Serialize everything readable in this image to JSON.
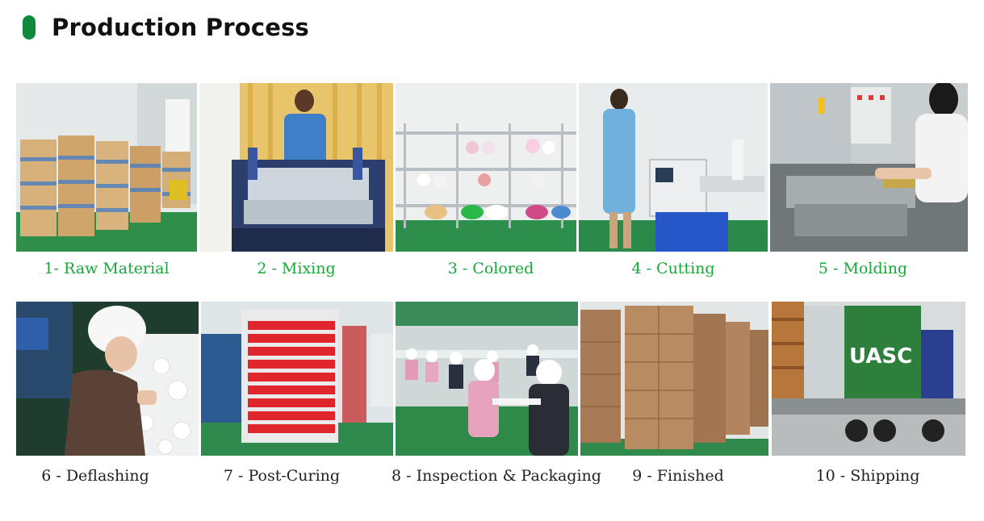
{
  "header": {
    "title": "Production Process",
    "accent_color": "#0f8a3c"
  },
  "caption_colors": {
    "row1": "#18a838",
    "row2": "#222222"
  },
  "steps": [
    {
      "label": "1- Raw Material",
      "icon": "boxes-warehouse-photo"
    },
    {
      "label": "2 - Mixing",
      "icon": "mixing-mill-photo"
    },
    {
      "label": "3 - Colored",
      "icon": "color-shelves-photo"
    },
    {
      "label": "4 - Cutting",
      "icon": "cutting-machine-photo"
    },
    {
      "label": "5 - Molding",
      "icon": "molding-press-photo"
    },
    {
      "label": "6 - Deflashing",
      "icon": "deflashing-worker-photo"
    },
    {
      "label": "7 - Post-Curing",
      "icon": "curing-rack-photo"
    },
    {
      "label": "8 - Inspection & Packaging",
      "icon": "inspection-line-photo"
    },
    {
      "label": "9 - Finished",
      "icon": "finished-cartons-photo"
    },
    {
      "label": "10 - Shipping",
      "icon": "shipping-container-photo"
    }
  ],
  "container_marking": "UASC"
}
